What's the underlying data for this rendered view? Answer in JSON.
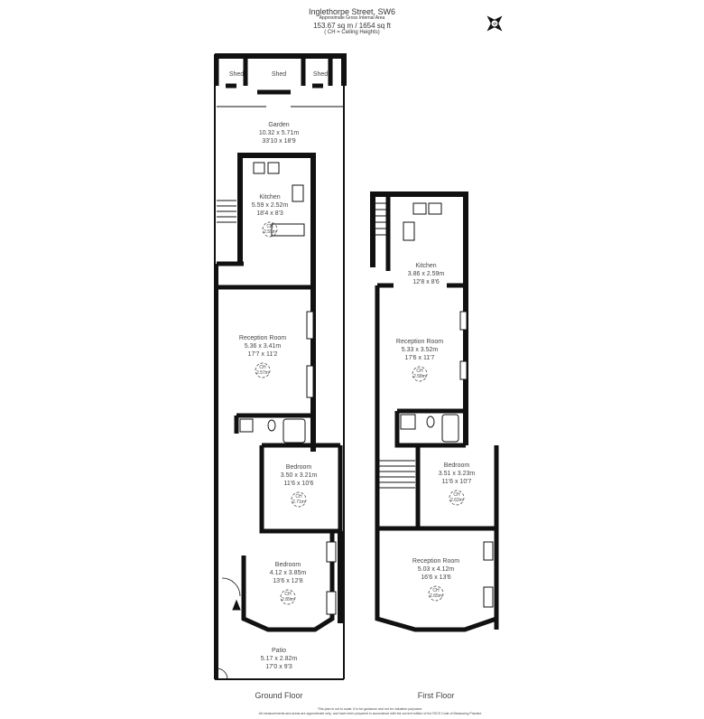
{
  "header": {
    "address": "Inglethorpe Street, SW6",
    "area_caption": "Approximate Gross Internal Area",
    "area_value": "153.67 sq m /  1654 sq ft",
    "ch_note": "( CH = Ceiling Heights)"
  },
  "compass": {
    "icon": "compass-north-icon",
    "label": "N"
  },
  "ground_floor": {
    "label": "Ground Floor",
    "sheds": [
      "Shed",
      "Shed",
      "Shed"
    ],
    "rooms": [
      {
        "name": "Garden",
        "metric": "10.32 x 5.71m",
        "imperial": "33'10 x 18'9",
        "ch": ""
      },
      {
        "name": "Kitchen",
        "metric": "5.59 x 2.52m",
        "imperial": "18'4 x 8'3",
        "ch": "2.59m"
      },
      {
        "name": "Reception Room",
        "metric": "5.36 x 3.41m",
        "imperial": "17'7 x 11'2",
        "ch": "2.57m"
      },
      {
        "name": "Bedroom",
        "metric": "3.50 x 3.21m",
        "imperial": "11'6 x 10'6",
        "ch": "2.71m"
      },
      {
        "name": "Bedroom",
        "metric": "4.12 x 3.85m",
        "imperial": "13'6 x 12'8",
        "ch": "2.89m"
      },
      {
        "name": "Patio",
        "metric": "5.17 x 2.82m",
        "imperial": "17'0 x 9'3",
        "ch": ""
      }
    ]
  },
  "first_floor": {
    "label": "First Floor",
    "rooms": [
      {
        "name": "Kitchen",
        "metric": "3.86 x 2.59m",
        "imperial": "12'8 x 8'6",
        "ch": ""
      },
      {
        "name": "Reception Room",
        "metric": "5.33 x 3.52m",
        "imperial": "17'6 x 11'7",
        "ch": "2.58m"
      },
      {
        "name": "Bedroom",
        "metric": "3.51 x 3.23m",
        "imperial": "11'6 x 10'7",
        "ch": "2.62m"
      },
      {
        "name": "Reception Room",
        "metric": "5.03 x 4.12m",
        "imperial": "16'6 x 13'6",
        "ch": "2.65m"
      }
    ]
  },
  "ch_prefix": "CH",
  "footer": {
    "line1": "This plan is not to scale. It is for guidance and not for valuation purposes.",
    "line2": "All measurements and areas are approximate only, and have been prepared in accordance with the current edition of the RICS Code of Measuring Practice"
  }
}
